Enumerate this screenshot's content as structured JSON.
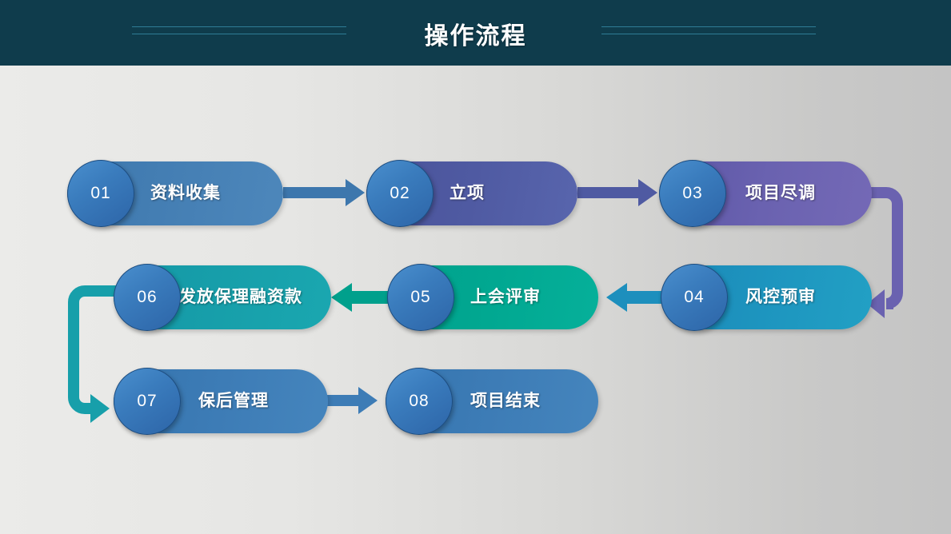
{
  "header": {
    "title": "操作流程",
    "background_color": "#0f3c4c",
    "line_color": "#2f7d96",
    "title_color": "#ffffff"
  },
  "canvas": {
    "background_gradient_from": "#ebebe9",
    "background_gradient_to": "#c4c4c4"
  },
  "flow": {
    "nodes": [
      {
        "number": "01",
        "label": "资料收集",
        "color": "#457fb4"
      },
      {
        "number": "02",
        "label": "立项",
        "color": "#4f5aa2"
      },
      {
        "number": "03",
        "label": "项目尽调",
        "color": "#6a62b0"
      },
      {
        "number": "04",
        "label": "风控预审",
        "color": "#1d95bf"
      },
      {
        "number": "05",
        "label": "上会评审",
        "color": "#01a891"
      },
      {
        "number": "06",
        "label": "发放保理融资款",
        "color": "#179faa"
      },
      {
        "number": "07",
        "label": "保后管理",
        "color": "#3d7cb6"
      },
      {
        "number": "08",
        "label": "项目结束",
        "color": "#3d7cb6"
      }
    ],
    "connectors": [
      {
        "from": "01",
        "to": "02",
        "style": "straight-right",
        "color": "#3d77ad"
      },
      {
        "from": "02",
        "to": "03",
        "style": "straight-right",
        "color": "#4f5aa2"
      },
      {
        "from": "03",
        "to": "04",
        "style": "elbow-right-down-left",
        "color": "#6a62b0"
      },
      {
        "from": "04",
        "to": "05",
        "style": "straight-left",
        "color": "#1d8fbd"
      },
      {
        "from": "05",
        "to": "06",
        "style": "straight-left",
        "color": "#00a08c"
      },
      {
        "from": "06",
        "to": "07",
        "style": "elbow-left-down-right",
        "color": "#179faa"
      },
      {
        "from": "07",
        "to": "08",
        "style": "straight-right",
        "color": "#3d7cb6"
      }
    ]
  }
}
